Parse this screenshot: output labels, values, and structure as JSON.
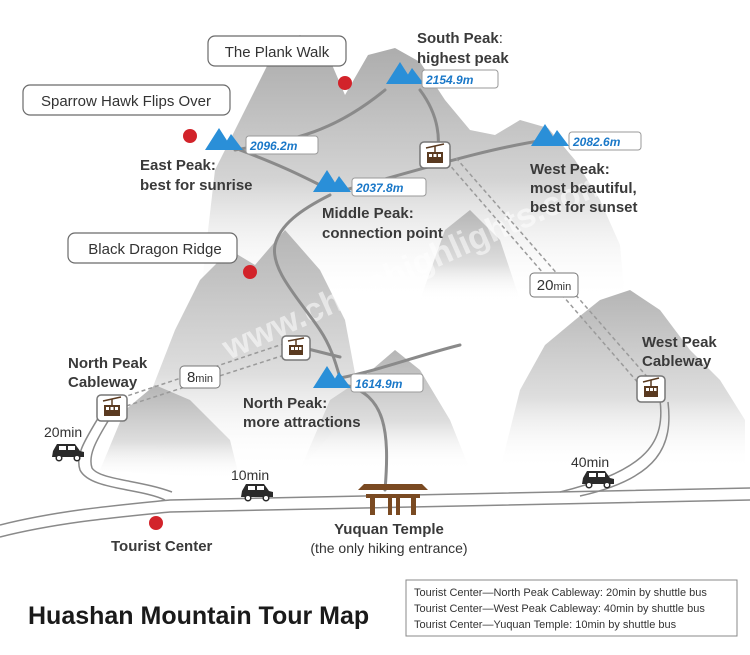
{
  "title": "Huashan Mountain Tour Map",
  "watermark": "www.chinahighlights.com",
  "colors": {
    "peak_marker": "#2a8fd8",
    "elevation_text": "#1a78c8",
    "attraction_dot": "#d2232a",
    "path": "#8a8a8a",
    "mountain": "#bfbfbf"
  },
  "peaks": {
    "south": {
      "name_line1": "South Peak",
      "name_colon": ":",
      "name_line2": "highest peak",
      "elevation": "2154.9m"
    },
    "east": {
      "name_line1": "East Peak:",
      "name_line2": "best for sunrise",
      "elevation": "2096.2m"
    },
    "middle": {
      "name_line1": "Middle Peak:",
      "name_line2": "connection point",
      "elevation": "2037.8m"
    },
    "west": {
      "name_line1": "West Peak:",
      "name_line2": "most beautiful,",
      "name_line3": "best for sunset",
      "elevation": "2082.6m"
    },
    "north": {
      "name_line1": "North Peak:",
      "name_line2": "more attractions",
      "elevation": "1614.9m"
    }
  },
  "attractions": {
    "plank_walk": "The Plank Walk",
    "sparrow_hawk": "Sparrow Hawk Flips Over",
    "black_dragon": "Black Dragon Ridge"
  },
  "cableways": {
    "north": {
      "line1": "North Peak",
      "line2": "Cableway",
      "ride_time": "8",
      "ride_unit": "min",
      "icon": "cable-car-icon"
    },
    "west": {
      "line1": "West Peak",
      "line2": "Cableway",
      "ride_time": "20",
      "ride_unit": "min",
      "icon": "cable-car-icon"
    }
  },
  "drive_times": {
    "north_cableway": "20min",
    "yuquan_temple": "10min",
    "west_cableway": "40min"
  },
  "places": {
    "tourist_center": "Tourist Center",
    "yuquan_temple": "Yuquan Temple",
    "yuquan_note": "(the only hiking entrance)"
  },
  "legend": [
    "Tourist Center—North Peak Cableway: 20min by shuttle bus",
    "Tourist Center—West Peak Cableway: 40min by shuttle bus",
    "Tourist Center—Yuquan Temple: 10min by shuttle bus"
  ]
}
